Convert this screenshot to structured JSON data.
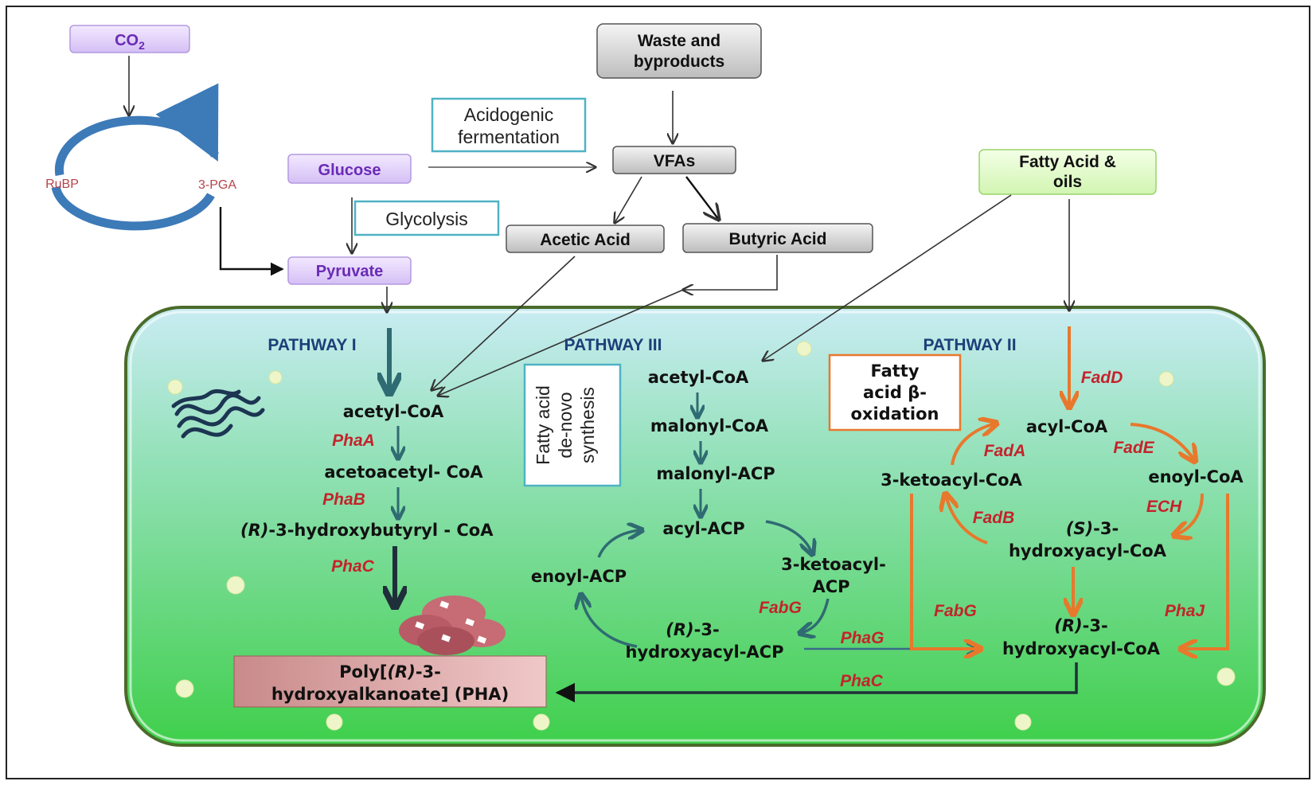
{
  "inputs": {
    "co2": "CO",
    "co2_sub": "2",
    "rubp": "RuBP",
    "pga": "3-PGA",
    "glucose": "Glucose",
    "pyruvate": "Pyruvate",
    "waste_l1": "Waste and",
    "waste_l2": "byproducts",
    "vfas": "VFAs",
    "acetic": "Acetic Acid",
    "butyric": "Butyric Acid",
    "fatty_l1": "Fatty Acid &",
    "fatty_l2": "oils"
  },
  "processes": {
    "acidogenic_l1": "Acidogenic",
    "acidogenic_l2": "fermentation",
    "glycolysis": "Glycolysis",
    "denovo_l1": "Fatty acid",
    "denovo_l2": "de-novo",
    "denovo_l3": "synthesis",
    "beta_l1": "Fatty",
    "beta_l2": "acid β-",
    "beta_l3": "oxidation"
  },
  "pathways": {
    "p1": "PATHWAY I",
    "p2": "PATHWAY II",
    "p3": "PATHWAY III"
  },
  "pathway1": {
    "acetyl_coa": "acetyl-CoA",
    "phaA": "PhaA",
    "acetoacetyl": "acetoacetyl- CoA",
    "phaB": "PhaB",
    "r_prefix": "(R)",
    "hydroxybutyryl": "-3-hydroxybutyryl - CoA",
    "phaC": "PhaC"
  },
  "pathway3": {
    "acetyl_coa": "acetyl-CoA",
    "malonyl_coa": "malonyl-CoA",
    "malonyl_acp": "malonyl-ACP",
    "acyl_acp": "acyl-ACP",
    "ketoacyl_l1": "3-ketoacyl-",
    "ketoacyl_l2": "ACP",
    "fabG": "FabG",
    "enoyl_acp": "enoyl-ACP",
    "r_prefix": "(R)",
    "hacp_l1": "-3-",
    "hacp_l2": "hydroxyacyl-ACP",
    "phaG": "PhaG"
  },
  "pathway2": {
    "fadD": "FadD",
    "acyl_coa": "acyl-CoA",
    "fadA": "FadA",
    "fadE": "FadE",
    "ketoacyl_coa": "3-ketoacyl-CoA",
    "enoyl_coa": "enoyl-CoA",
    "ech": "ECH",
    "fadB": "FadB",
    "s_prefix": "(S)",
    "s_l1": "-3-",
    "s_l2": "hydroxyacyl-CoA",
    "fabG": "FabG",
    "phaJ": "PhaJ",
    "r_prefix": "(R)",
    "r_l1": "-3-",
    "r_l2": "hydroxyacyl-CoA",
    "phaC": "PhaC"
  },
  "product": {
    "l1_a": "Poly[",
    "l1_r": "(R)",
    "l1_b": "-3-",
    "l2": "hydroxyalkanoate] (PHA)"
  },
  "colors": {
    "teal_arrow": "#2f6b72",
    "orange_arrow": "#e8782c",
    "enzyme_red": "#c4232b",
    "pathway_blue": "#1d3f78",
    "cell_green": "#5fd05f"
  }
}
